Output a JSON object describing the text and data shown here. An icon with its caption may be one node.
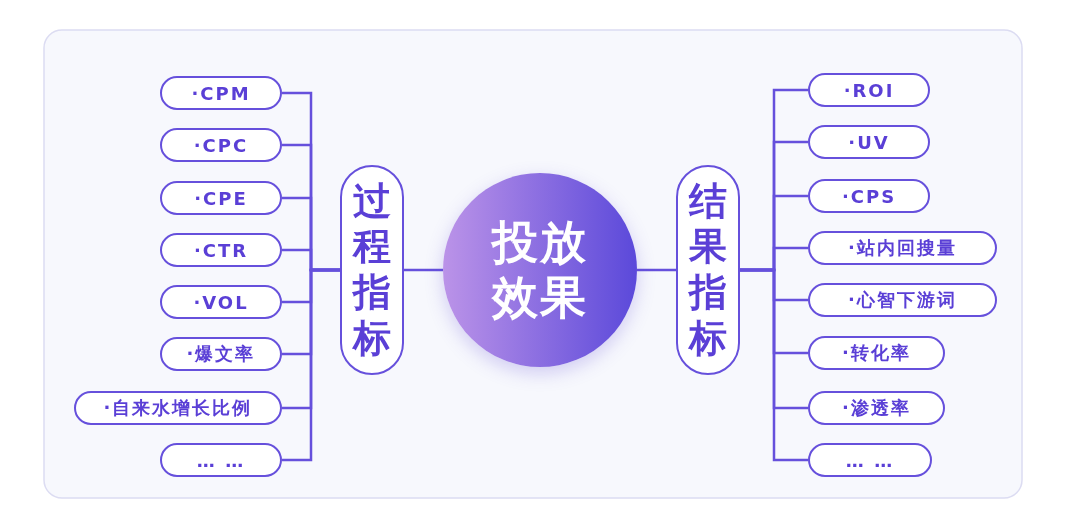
{
  "diagram": {
    "nodes": [
      {
        "text": [
          "投放效果"
        ]
      },
      {
        "text": [
          "过程指标"
        ]
      },
      {
        "text": [
          "·CPM"
        ]
      },
      {
        "text": [
          "·CPC"
        ]
      },
      {
        "text": [
          "·CPE"
        ]
      },
      {
        "text": [
          "·CTR"
        ]
      },
      {
        "text": [
          "·VOL"
        ]
      },
      {
        "text": [
          "·爆文率"
        ]
      },
      {
        "text": [
          "·自来水增长比例"
        ]
      },
      {
        "text": [
          "… …"
        ]
      },
      {
        "text": [
          "结果指标"
        ]
      },
      {
        "text": [
          "·ROI"
        ]
      },
      {
        "text": [
          "·UV"
        ]
      },
      {
        "text": [
          "·CPS"
        ]
      },
      {
        "text": [
          "·站内回搜量"
        ]
      },
      {
        "text": [
          "·心智下游词"
        ]
      },
      {
        "text": [
          "·转化率"
        ]
      },
      {
        "text": [
          "·渗透率"
        ]
      },
      {
        "text": [
          "… …"
        ]
      }
    ],
    "edges": [
      {
        "from": 0,
        "to": 1,
        "arrow": "none"
      },
      {
        "from": 0,
        "to": 10,
        "arrow": "none"
      },
      {
        "from": 1,
        "to": 2,
        "arrow": "none"
      },
      {
        "from": 1,
        "to": 3,
        "arrow": "none"
      },
      {
        "from": 1,
        "to": 4,
        "arrow": "none"
      },
      {
        "from": 1,
        "to": 5,
        "arrow": "none"
      },
      {
        "from": 1,
        "to": 6,
        "arrow": "none"
      },
      {
        "from": 1,
        "to": 7,
        "arrow": "none"
      },
      {
        "from": 1,
        "to": 8,
        "arrow": "none"
      },
      {
        "from": 1,
        "to": 9,
        "arrow": "none"
      },
      {
        "from": 10,
        "to": 11,
        "arrow": "none"
      },
      {
        "from": 10,
        "to": 12,
        "arrow": "none"
      },
      {
        "from": 10,
        "to": 13,
        "arrow": "none"
      },
      {
        "from": 10,
        "to": 14,
        "arrow": "none"
      },
      {
        "from": 10,
        "to": 15,
        "arrow": "none"
      },
      {
        "from": 10,
        "to": 16,
        "arrow": "none"
      },
      {
        "from": 10,
        "to": 17,
        "arrow": "none"
      },
      {
        "from": 10,
        "to": 18,
        "arrow": "none"
      }
    ]
  }
}
